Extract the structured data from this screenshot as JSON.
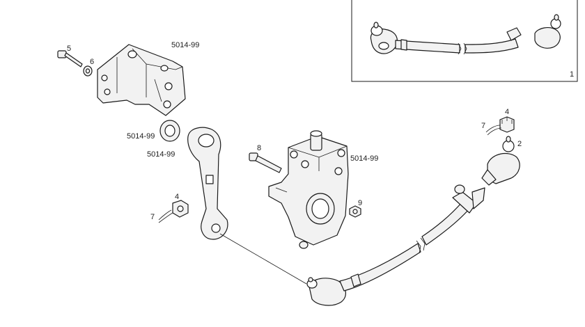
{
  "diagram": {
    "callouts": {
      "inset_ref": "1",
      "tie_rod_end": "2",
      "nut_right": "4",
      "nut_left": "4",
      "bolt_top": "5",
      "washer_top": "6",
      "cotter_pin_right": "7",
      "cotter_pin_left": "7",
      "bolt_gearbox": "8",
      "nut_gearbox": "9",
      "bracket_ref": "5014-99",
      "bushing_ref": "5014-99",
      "pitman_arm_ref": "5014-99",
      "steering_gear_ref": "5014-99"
    }
  }
}
